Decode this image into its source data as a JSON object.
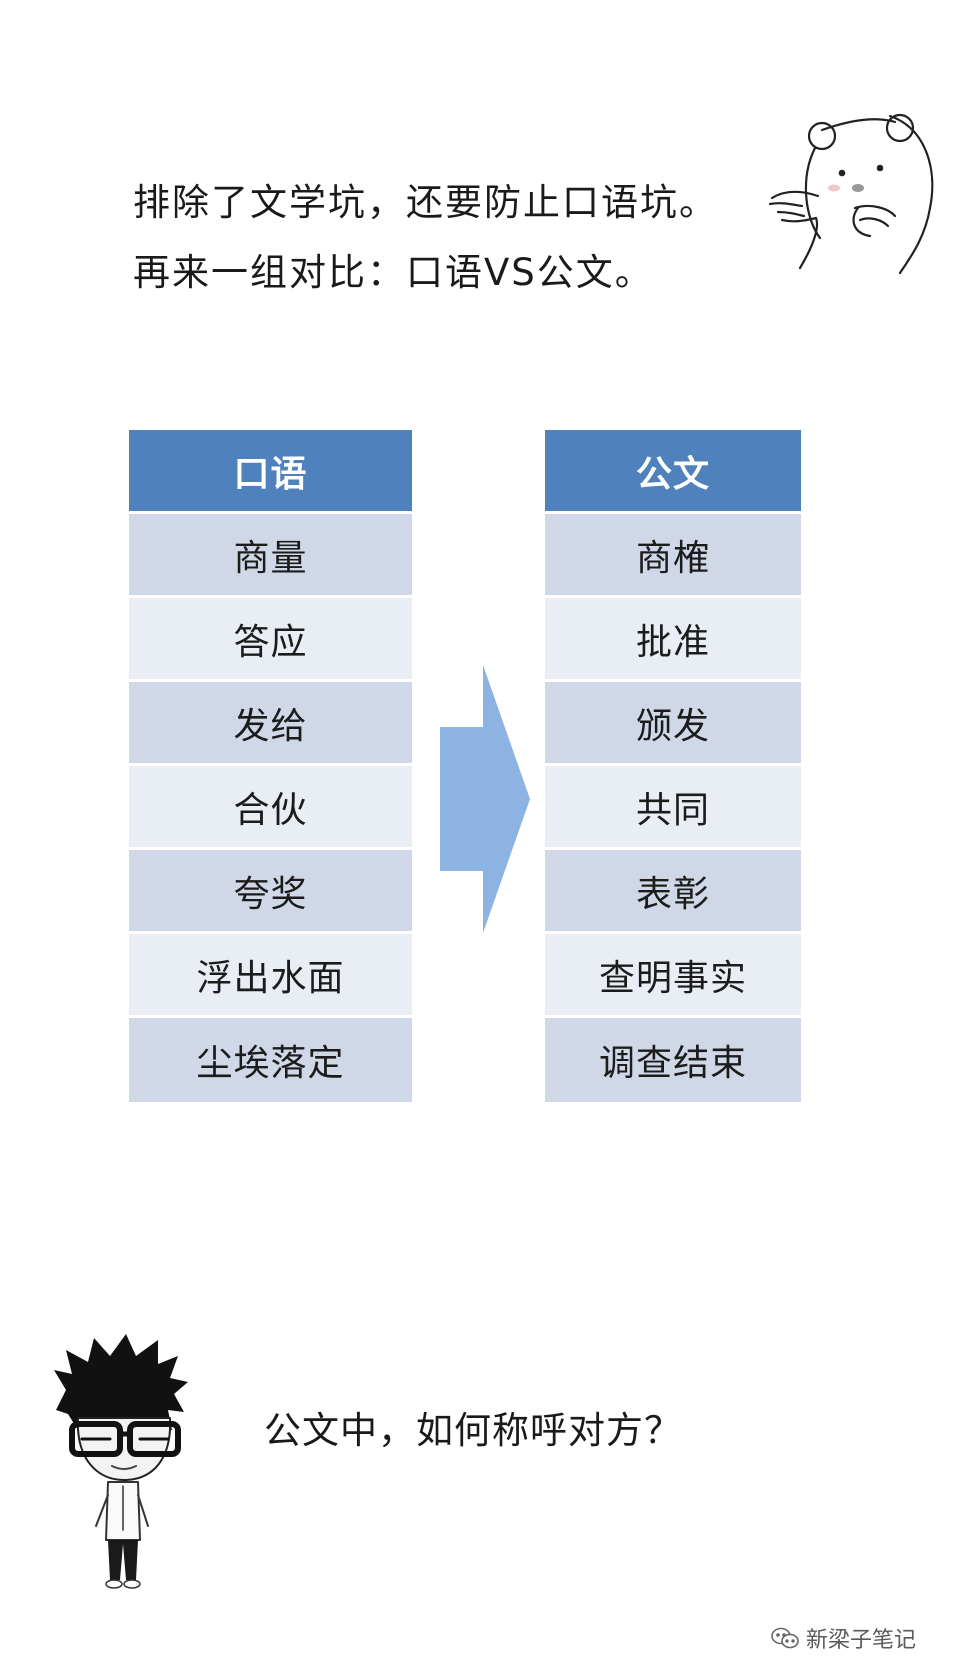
{
  "intro": {
    "line1": "排除了文学坑，还要防止口语坑。",
    "line2": "再来一组对比：口语VS公文。"
  },
  "left_table": {
    "header": "口语",
    "rows": [
      "商量",
      "答应",
      "发给",
      "合伙",
      "夸奖",
      "浮出水面",
      "尘埃落定"
    ]
  },
  "right_table": {
    "header": "公文",
    "rows": [
      "商榷",
      "批准",
      "颁发",
      "共同",
      "表彰",
      "查明事实",
      "调查结束"
    ]
  },
  "question": "公文中，如何称呼对方？",
  "watermark": "新梁子笔记",
  "colors": {
    "header": "#4f81bd",
    "row_dark": "#d0d8e8",
    "row_light": "#e9edf4",
    "arrow": "#8db3e2"
  },
  "icons": {
    "bear": "bear-pointing-icon",
    "person": "cartoon-person-glasses-icon",
    "arrow": "right-arrow-icon",
    "wechat": "wechat-icon"
  }
}
